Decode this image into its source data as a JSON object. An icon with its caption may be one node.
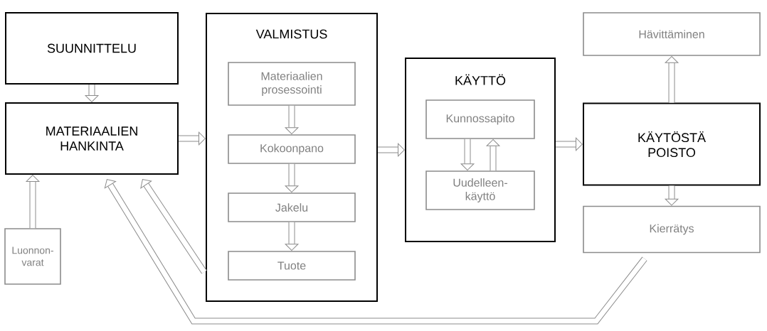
{
  "diagram": {
    "nodes": [
      {
        "text": [
          "SUUNNITTELU"
        ]
      },
      {
        "text": [
          "MATERIAALIEN HANKINTA"
        ]
      },
      {
        "text": [
          "Luonnon-varat"
        ]
      },
      {
        "text": [
          "VALMISTUS"
        ]
      },
      {
        "text": [
          "Materiaalien prosessointi"
        ],
        "in": 3
      },
      {
        "text": [
          "Kokoonpano"
        ],
        "in": 3
      },
      {
        "text": [
          "Jakelu"
        ],
        "in": 3
      },
      {
        "text": [
          "Tuote"
        ],
        "in": 3
      },
      {
        "text": [
          "KÄYTTÖ"
        ]
      },
      {
        "text": [
          "Kunnossapito"
        ],
        "in": 8
      },
      {
        "text": [
          "Uudelleen-käyttö"
        ],
        "in": 8
      },
      {
        "text": [
          "Hävittäminen"
        ]
      },
      {
        "text": [
          "KÄYTÖSTÄ POISTO"
        ]
      },
      {
        "text": [
          "Kierrätys"
        ]
      }
    ],
    "edges": [
      {
        "from": 0,
        "to": 1,
        "arrow": "to"
      },
      {
        "from": 2,
        "to": 1,
        "arrow": "to"
      },
      {
        "from": 1,
        "to": 3,
        "arrow": "to"
      },
      {
        "from": 4,
        "to": 5,
        "arrow": "to"
      },
      {
        "from": 5,
        "to": 6,
        "arrow": "to"
      },
      {
        "from": 6,
        "to": 7,
        "arrow": "to"
      },
      {
        "from": 3,
        "to": 8,
        "arrow": "to"
      },
      {
        "from": 9,
        "to": 10,
        "arrow": "to"
      },
      {
        "from": 10,
        "to": 9,
        "arrow": "to"
      },
      {
        "from": 8,
        "to": 12,
        "arrow": "to"
      },
      {
        "from": 12,
        "to": 11,
        "arrow": "to"
      },
      {
        "from": 12,
        "to": 13,
        "arrow": "to"
      },
      {
        "from": 3,
        "to": 1,
        "arrow": "to"
      },
      {
        "from": 13,
        "to": 1,
        "arrow": "to"
      }
    ]
  }
}
